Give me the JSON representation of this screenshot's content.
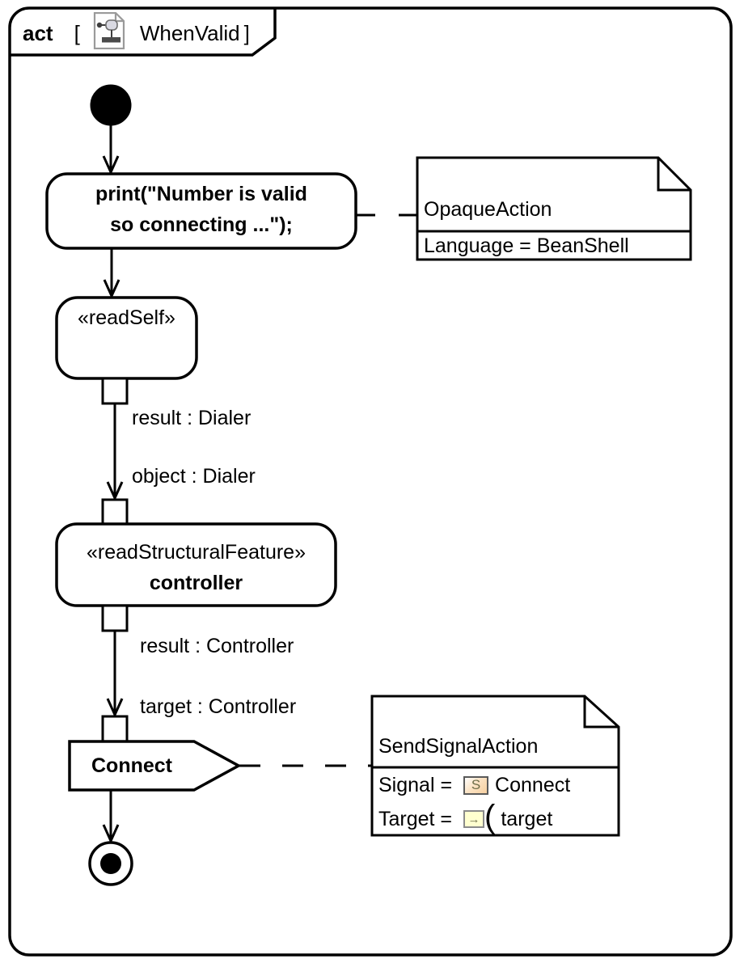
{
  "frame": {
    "kind": "act",
    "bracket_open": "[",
    "bracket_close": "]",
    "title": "WhenValid"
  },
  "actions": {
    "print": {
      "line1": "print(\"Number is valid",
      "line2": "so connecting ...\");"
    },
    "read_self": {
      "stereotype": "«readSelf»"
    },
    "read_structural_feature": {
      "stereotype": "«readStructuralFeature»",
      "name": "controller"
    },
    "send_signal": {
      "name": "Connect"
    }
  },
  "pin_labels": {
    "result_dialer": "result : Dialer",
    "object_dialer": "object : Dialer",
    "result_controller": "result : Controller",
    "target_controller": "target : Controller"
  },
  "notes": {
    "opaque_action": {
      "name": "OpaqueAction",
      "language": "Language = BeanShell"
    },
    "send_signal_action": {
      "name": "SendSignalAction",
      "signal_label": "Signal =",
      "signal_icon_letter": "S",
      "signal_value": "Connect",
      "target_label": "Target =",
      "target_icon_glyph": "→",
      "target_paren": "(",
      "target_value": "target"
    }
  },
  "icons": {
    "frame_icon": "activity-diagram-icon",
    "signal_icon": "signal-icon",
    "target_icon": "input-pin-icon"
  },
  "colors": {
    "line": "#000000",
    "background": "#ffffff",
    "signal_icon_fill": "#f6cfa0",
    "signal_icon_border": "#5a5a5a",
    "target_icon_fill": "#ffffcf",
    "target_icon_border": "#8a8a8a"
  }
}
